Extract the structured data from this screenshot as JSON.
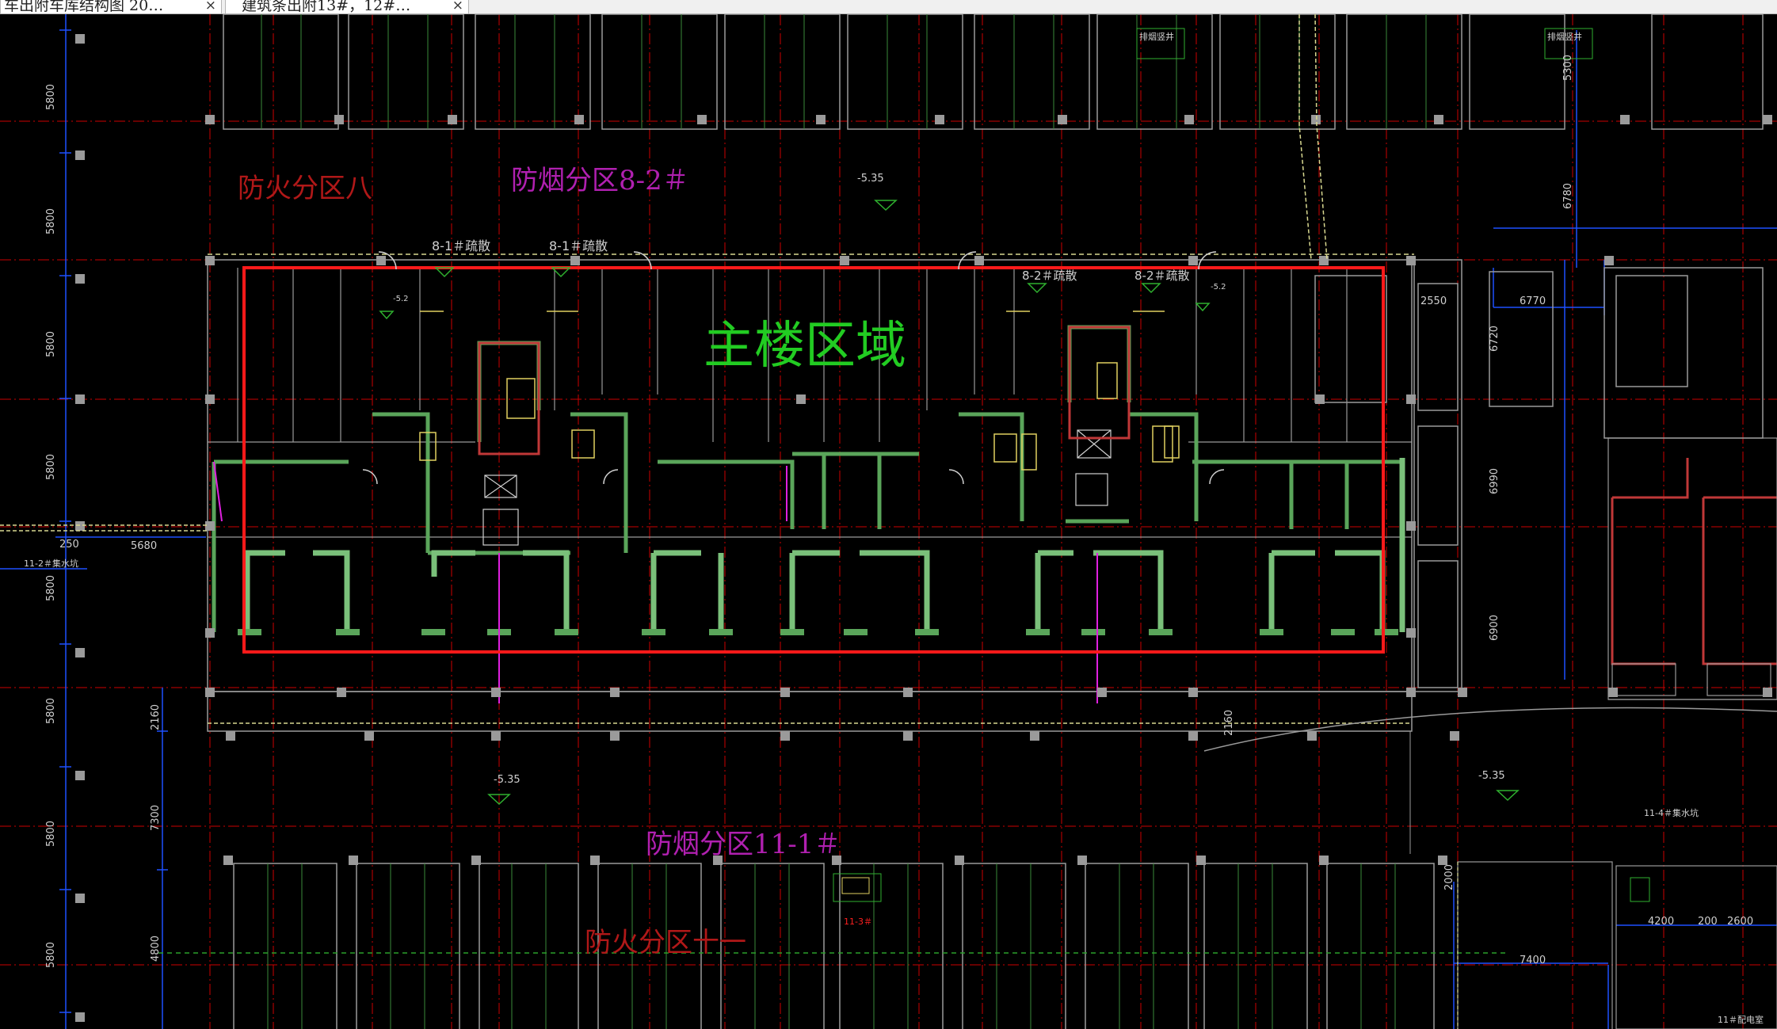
{
  "tabs": [
    {
      "title": "车出附车库结构图 20…"
    },
    {
      "title": "建筑条出附13#，12#…"
    }
  ],
  "tab_close": "×",
  "zones": {
    "fire_8": "防火分区八",
    "fire_11": "防火分区十一",
    "smoke_8_2": "防烟分区8-2＃",
    "smoke_11_1": "防烟分区11-1＃",
    "main_area": "主楼区域"
  },
  "stair_labels": [
    "8-1＃疏散",
    "8-1＃疏散",
    "8-2＃疏散",
    "8-2＃疏散"
  ],
  "elevations": [
    "-5.35",
    "-5.35",
    "-5.35",
    "-5.2",
    "-5.2"
  ],
  "small_labels": {
    "smoke_exhaust_1": "排烟竖井",
    "smoke_exhaust_2": "排烟竖井",
    "sump_left": "11-2＃集水坑",
    "sump_right": "11-4＃集水坑",
    "room_right": "11＃配电室",
    "stair_11_3": "11-3＃"
  },
  "dims_left": [
    "5800",
    "5800",
    "5800",
    "5800",
    "5800",
    "5800",
    "5800",
    "5800"
  ],
  "dims": {
    "d5680": "5680",
    "d250": "250",
    "d2160a": "2160",
    "d7300": "7300",
    "d4800": "4800",
    "d2160b": "2160",
    "d2550": "2550",
    "d6770": "6770",
    "d5300": "5300",
    "d6780": "6780",
    "d6720": "6720",
    "d6990": "6990",
    "d6900": "6900",
    "d2000": "2000",
    "d4200": "4200",
    "d200": "200",
    "d2600": "2600",
    "d7400": "7400"
  },
  "colors": {
    "background": "#000000",
    "grid_axis": "#cc0000",
    "dim_line": "#1e50ff",
    "wall_green": "#7ac07a",
    "wall_fill": "#5aa55a",
    "outline_gray": "#9a9a9a",
    "highlight_red": "#ff1a1a",
    "zone_fire": "#b01818",
    "zone_smoke": "#b020b0",
    "zone_main": "#22cc22",
    "dim_text": "#d0d0d0",
    "yellow_detail": "#e0d060",
    "magenta_detail": "#e020e0"
  }
}
